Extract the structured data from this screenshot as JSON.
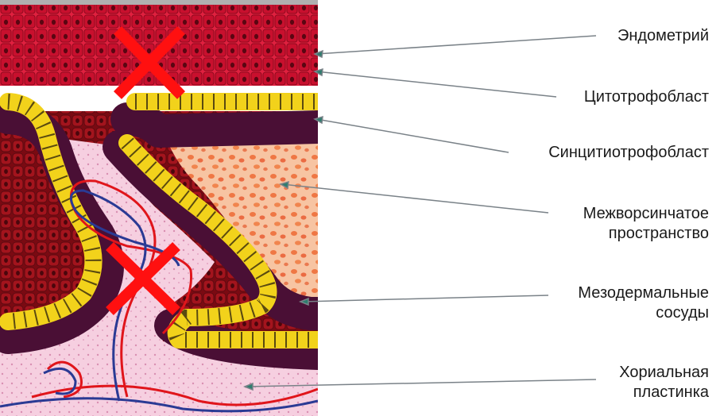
{
  "labels": [
    {
      "id": "endometrium",
      "lines": [
        "Эндометрий"
      ]
    },
    {
      "id": "cytotrophoblast",
      "lines": [
        "Цитотрофобласт"
      ]
    },
    {
      "id": "syncytiotrophoblast",
      "lines": [
        "Синцитиотрофобласт"
      ]
    },
    {
      "id": "intervillous-space",
      "lines": [
        "Межворсинчатое",
        "пространство"
      ]
    },
    {
      "id": "mesodermal-vessels",
      "lines": [
        "Мезодермальные",
        "сосуды"
      ]
    },
    {
      "id": "chorionic-plate",
      "lines": [
        "Хориальная",
        "пластинка"
      ]
    }
  ],
  "marks": [
    "cross-mark-upper",
    "cross-mark-lower"
  ],
  "colors": {
    "endometrium": "#c8102e",
    "cytotrophoblast": "#f2d21b",
    "syncytiotrophoblast": "#4a0f35",
    "decidua": "#8e1218",
    "intervillous": "#f08b55",
    "mesoderm": "#f4c8dd",
    "artery": "#e0151b",
    "vein": "#2a3a94",
    "cross": "#ff1010",
    "leader": "#7a8288"
  }
}
